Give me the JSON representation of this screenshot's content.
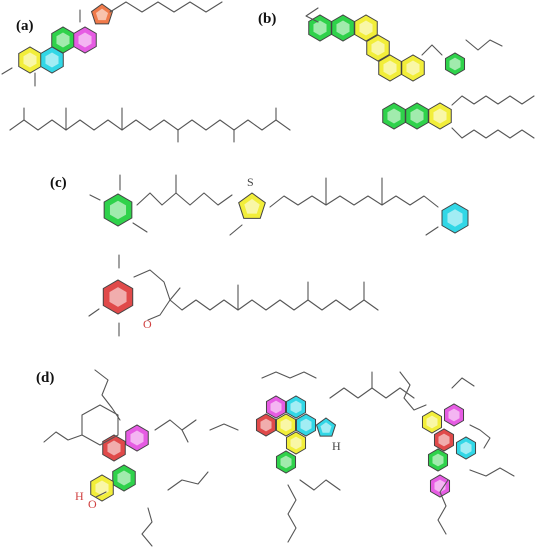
{
  "panels": [
    {
      "label": "(a)"
    },
    {
      "label": "(b)"
    },
    {
      "label": "(c)"
    },
    {
      "label": "(d)"
    }
  ],
  "atoms": {
    "sulfur": "S",
    "oxygen": "O",
    "hydroxyl_h": "H",
    "nh_h": "H"
  },
  "colors": {
    "yellow": "#f2ee3a",
    "green": "#2fd24b",
    "cyan": "#32d7e6",
    "magenta": "#e65ce3",
    "red": "#e04a4a",
    "orange": "#f07a4a",
    "bond": "#555555",
    "oxygen_label": "#d04040",
    "outline": "#444444"
  }
}
